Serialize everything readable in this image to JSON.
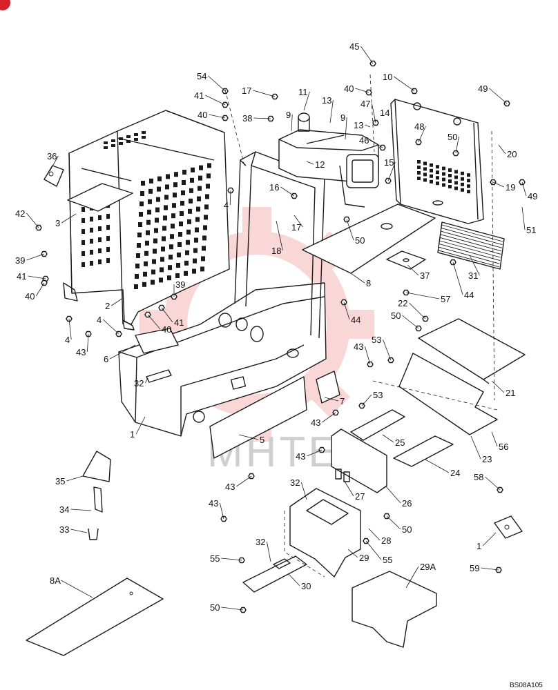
{
  "diagram": {
    "ref_code": "BS08A105",
    "watermark": {
      "text": "MHTEX",
      "color": "#e94c4c",
      "text_color": "#cfcfcf"
    },
    "corner_badge_color": "#d8202a",
    "callouts": [
      {
        "id": "c45",
        "label": "45"
      },
      {
        "id": "c10",
        "label": "10"
      },
      {
        "id": "c40a",
        "label": "40"
      },
      {
        "id": "c49a",
        "label": "49"
      },
      {
        "id": "c54",
        "label": "54"
      },
      {
        "id": "c41a",
        "label": "41"
      },
      {
        "id": "c40b",
        "label": "40"
      },
      {
        "id": "c17a",
        "label": "17"
      },
      {
        "id": "c11",
        "label": "11"
      },
      {
        "id": "c13a",
        "label": "13"
      },
      {
        "id": "c47",
        "label": "47"
      },
      {
        "id": "c14",
        "label": "14"
      },
      {
        "id": "c38",
        "label": "38"
      },
      {
        "id": "c9a",
        "label": "9"
      },
      {
        "id": "c9b",
        "label": "9"
      },
      {
        "id": "c13b",
        "label": "13"
      },
      {
        "id": "c48",
        "label": "48"
      },
      {
        "id": "c50a",
        "label": "50"
      },
      {
        "id": "c20",
        "label": "20"
      },
      {
        "id": "c46",
        "label": "46"
      },
      {
        "id": "c12",
        "label": "12"
      },
      {
        "id": "c15",
        "label": "15"
      },
      {
        "id": "c36",
        "label": "36"
      },
      {
        "id": "c16",
        "label": "16"
      },
      {
        "id": "c19",
        "label": "19"
      },
      {
        "id": "c49b",
        "label": "49"
      },
      {
        "id": "c4a",
        "label": "4"
      },
      {
        "id": "c42",
        "label": "42"
      },
      {
        "id": "c3",
        "label": "3"
      },
      {
        "id": "c17b",
        "label": "17"
      },
      {
        "id": "c51",
        "label": "51"
      },
      {
        "id": "c50b",
        "label": "50"
      },
      {
        "id": "c18",
        "label": "18"
      },
      {
        "id": "c39a",
        "label": "39"
      },
      {
        "id": "c31",
        "label": "31"
      },
      {
        "id": "c41b",
        "label": "41"
      },
      {
        "id": "c37",
        "label": "37"
      },
      {
        "id": "c8",
        "label": "8"
      },
      {
        "id": "c40c",
        "label": "40"
      },
      {
        "id": "c44a",
        "label": "44"
      },
      {
        "id": "c39b",
        "label": "39"
      },
      {
        "id": "c57",
        "label": "57"
      },
      {
        "id": "c2",
        "label": "2"
      },
      {
        "id": "c41c",
        "label": "41"
      },
      {
        "id": "c22",
        "label": "22"
      },
      {
        "id": "c44b",
        "label": "44"
      },
      {
        "id": "c4b",
        "label": "4"
      },
      {
        "id": "c50c",
        "label": "50"
      },
      {
        "id": "c40d",
        "label": "40"
      },
      {
        "id": "c4c",
        "label": "4"
      },
      {
        "id": "c43a",
        "label": "43"
      },
      {
        "id": "c53a",
        "label": "53"
      },
      {
        "id": "c6",
        "label": "6"
      },
      {
        "id": "c43b",
        "label": "43"
      },
      {
        "id": "c21",
        "label": "21"
      },
      {
        "id": "c32a",
        "label": "32"
      },
      {
        "id": "c53b",
        "label": "53"
      },
      {
        "id": "c7",
        "label": "7"
      },
      {
        "id": "c43c",
        "label": "43"
      },
      {
        "id": "c1a",
        "label": "1"
      },
      {
        "id": "c5",
        "label": "5"
      },
      {
        "id": "c25",
        "label": "25"
      },
      {
        "id": "c56",
        "label": "56"
      },
      {
        "id": "c23",
        "label": "23"
      },
      {
        "id": "c43d",
        "label": "43"
      },
      {
        "id": "c24",
        "label": "24"
      },
      {
        "id": "c35",
        "label": "35"
      },
      {
        "id": "c43e",
        "label": "43"
      },
      {
        "id": "c32b",
        "label": "32"
      },
      {
        "id": "c58",
        "label": "58"
      },
      {
        "id": "c27",
        "label": "27"
      },
      {
        "id": "c26",
        "label": "26"
      },
      {
        "id": "c34",
        "label": "34"
      },
      {
        "id": "c43f",
        "label": "43"
      },
      {
        "id": "c50d",
        "label": "50"
      },
      {
        "id": "c33",
        "label": "33"
      },
      {
        "id": "c28",
        "label": "28"
      },
      {
        "id": "c1b",
        "label": "1"
      },
      {
        "id": "c32c",
        "label": "32"
      },
      {
        "id": "c29",
        "label": "29"
      },
      {
        "id": "c55a",
        "label": "55"
      },
      {
        "id": "c55b",
        "label": "55"
      },
      {
        "id": "c29a",
        "label": "29A"
      },
      {
        "id": "c59",
        "label": "59"
      },
      {
        "id": "c8a",
        "label": "8A"
      },
      {
        "id": "c30",
        "label": "30"
      },
      {
        "id": "c50e",
        "label": "50"
      }
    ]
  }
}
